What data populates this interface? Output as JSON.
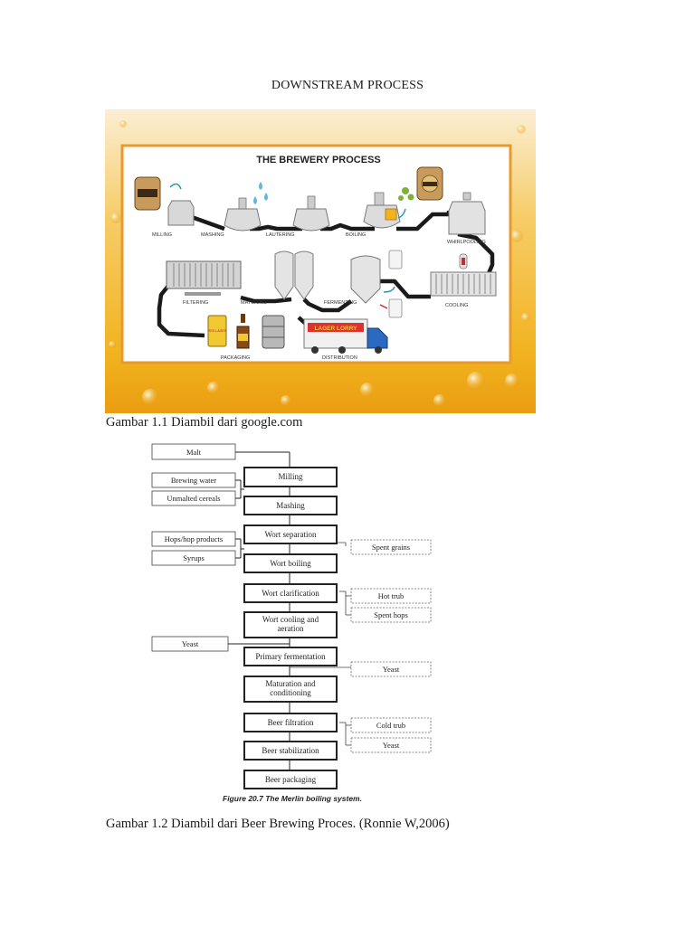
{
  "document": {
    "title": "DOWNSTREAM PROCESS",
    "caption1": "Gambar 1.1 Diambil dari google.com",
    "caption2": "Gambar 1.2 Diambil dari Beer Brewing Proces. (Ronnie W,2006)"
  },
  "brewery": {
    "title": "THE BREWERY PROCESS",
    "stages": {
      "milling": "MILLING",
      "mashing": "MASHING",
      "lautering": "LAUTERING",
      "boiling": "BOILING",
      "whirlpooling": "WHIRLPOOLING",
      "filtering": "FILTERING",
      "maturing": "MATURING",
      "fermenting": "FERMENTING",
      "cooling": "COOLING",
      "packaging": "PACKAGING",
      "distribution": "DISTRIBUTION"
    },
    "truck_label": "LAGER LORRY",
    "can_label": "RED LAGER",
    "colors": {
      "frame": "#e89a2c",
      "pipe": "#1a1a1a",
      "beer": "#f2b320"
    }
  },
  "flowchart": {
    "main": {
      "milling": "Milling",
      "mashing": "Mashing",
      "wort_separation": "Wort separation",
      "wort_boiling": "Wort boiling",
      "wort_clarification": "Wort clarification",
      "wort_cooling_1": "Wort cooling and",
      "wort_cooling_2": "aeration",
      "primary_fermentation": "Primary fermentation",
      "maturation_1": "Maturation and",
      "maturation_2": "conditioning",
      "beer_filtration": "Beer filtration",
      "beer_stabilization": "Beer stabilization",
      "beer_packaging": "Beer packaging"
    },
    "inputs": {
      "malt": "Malt",
      "brewing_water": "Brewing water",
      "unmalted_cereals": "Unmalted cereals",
      "hops": "Hops/hop products",
      "syrups": "Syrups",
      "yeast": "Yeast"
    },
    "outputs": {
      "spent_grains": "Spent grains",
      "hot_trub": "Hot trub",
      "spent_hops": "Spent hops",
      "yeast1": "Yeast",
      "cold_trub": "Cold trub",
      "yeast2": "Yeast"
    },
    "figure_caption": "Figure 20.7   The Merlin boiling system."
  }
}
